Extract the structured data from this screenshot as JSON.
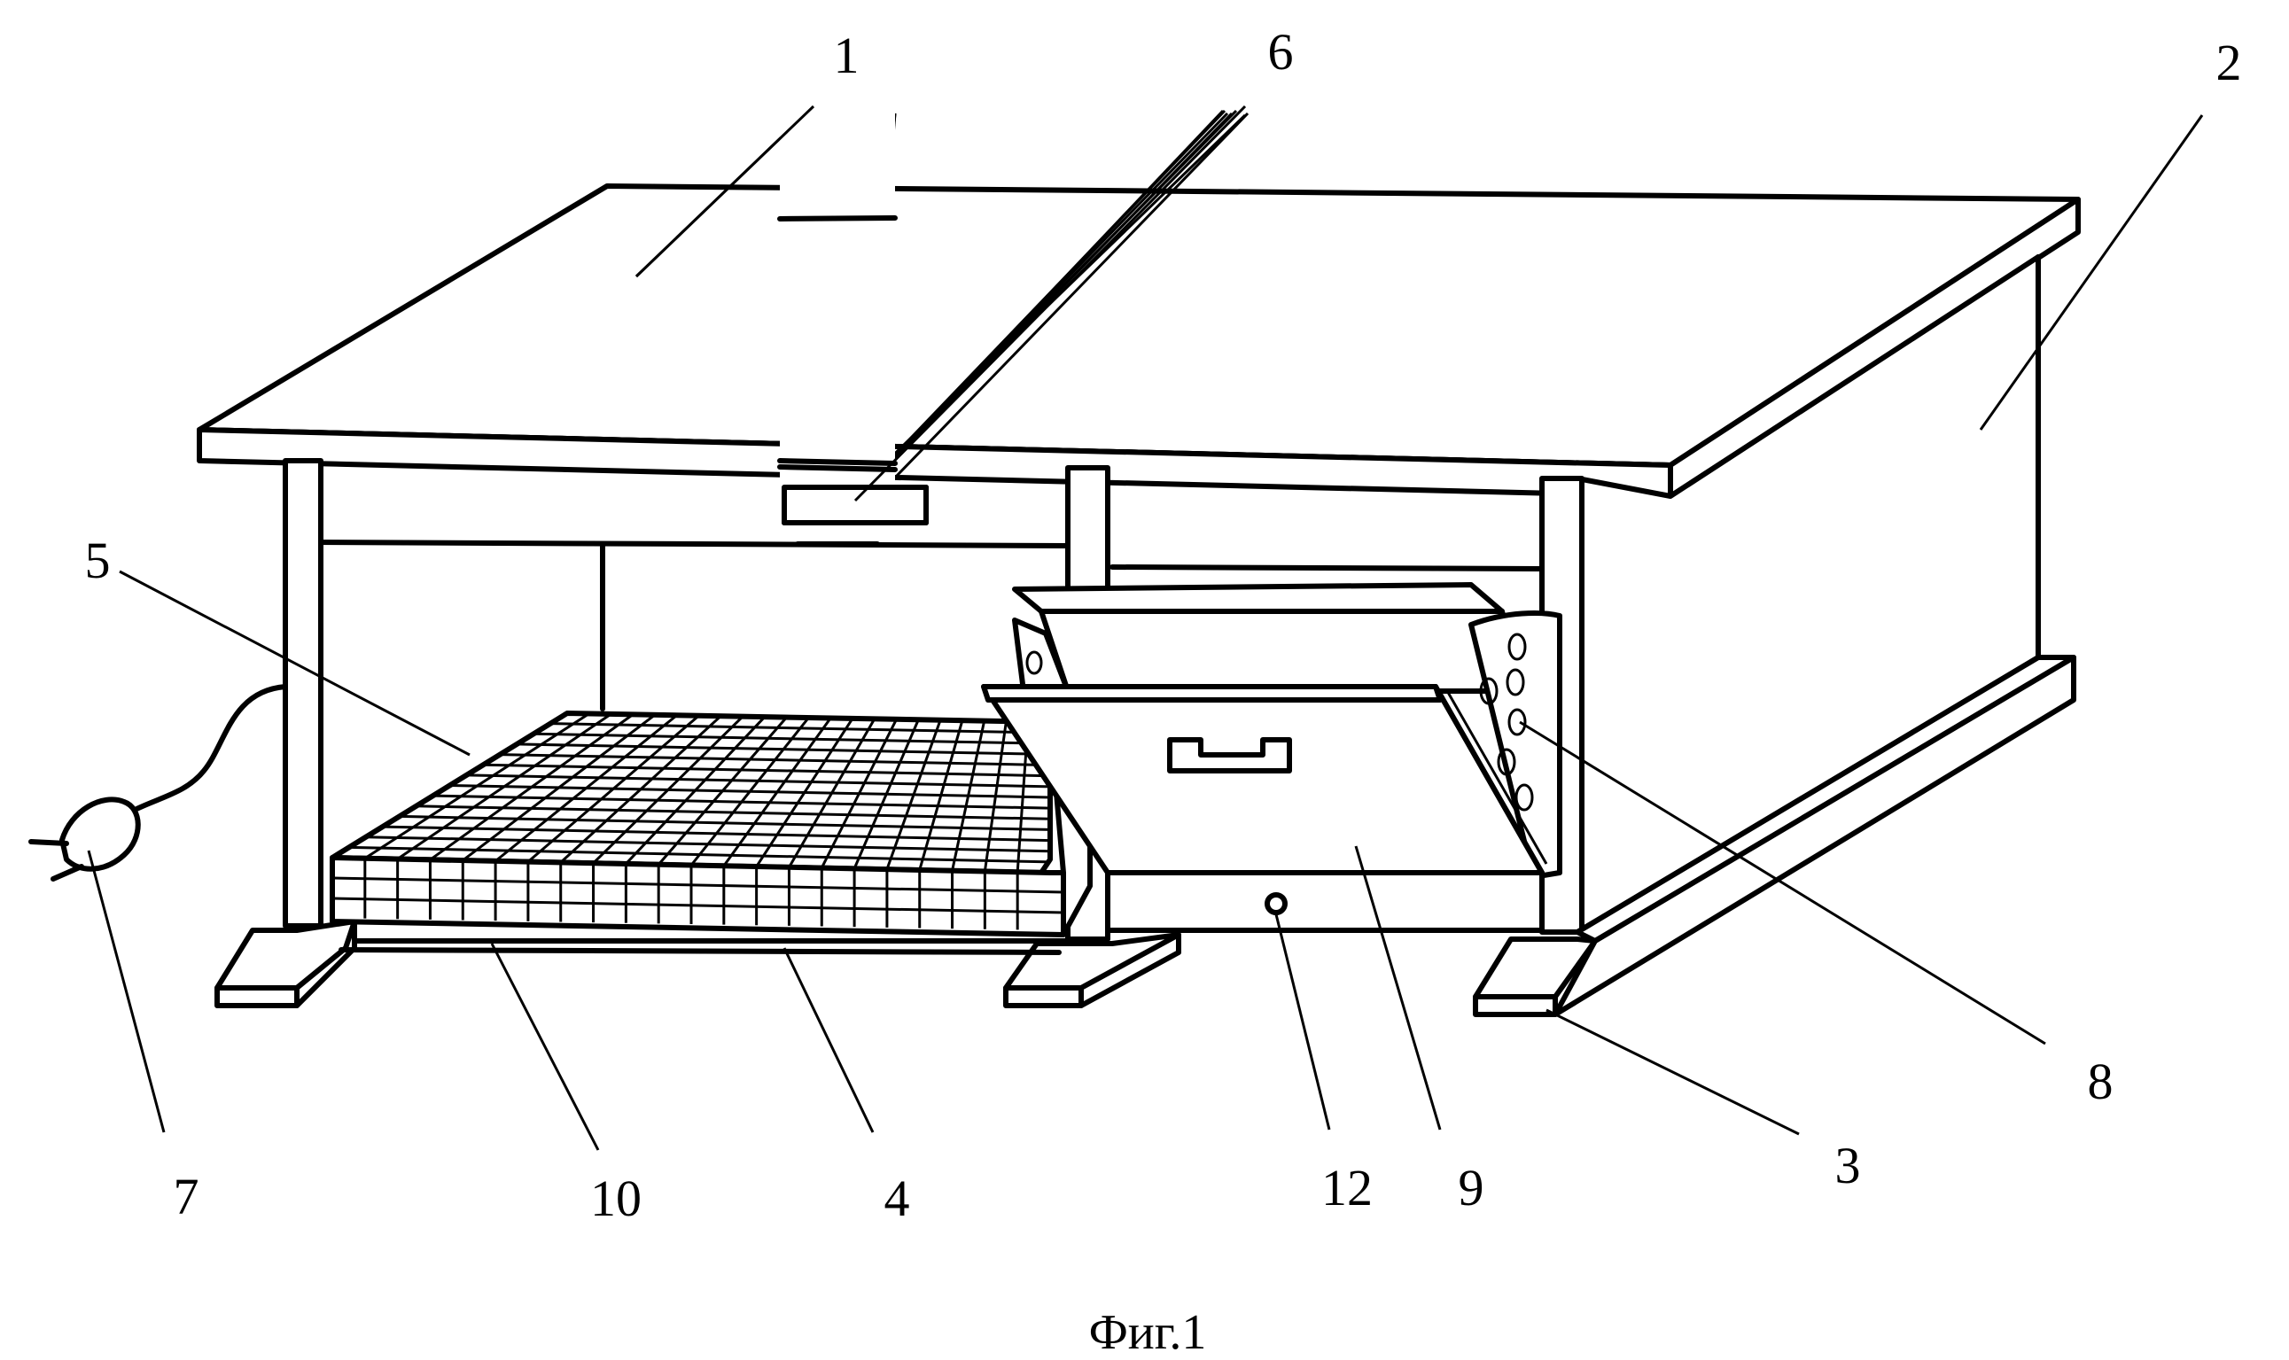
{
  "figure": {
    "caption": "Фиг.1",
    "labels": {
      "l1": "1",
      "l2": "2",
      "l3": "3",
      "l4": "4",
      "l5": "5",
      "l6": "6",
      "l7": "7",
      "l8": "8",
      "l9": "9",
      "l10": "10",
      "l12": "12"
    }
  }
}
